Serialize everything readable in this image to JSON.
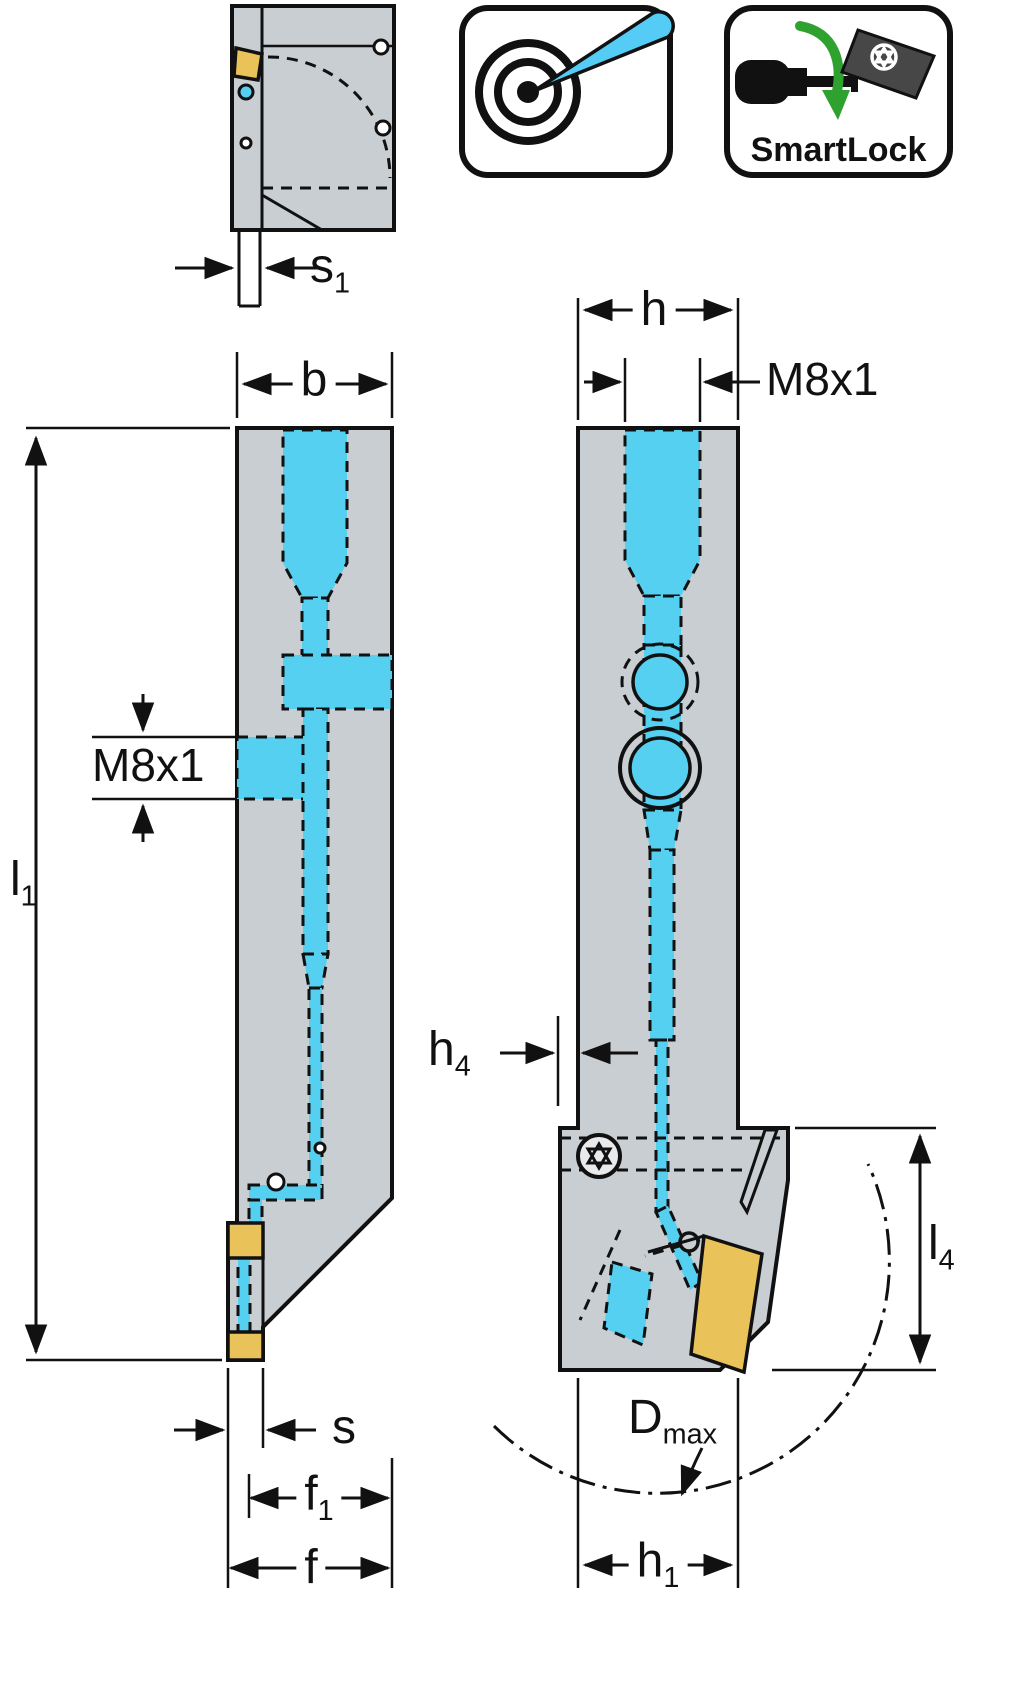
{
  "colors": {
    "body_gray": "#c9ced2",
    "coolant_cyan": "#55d0f0",
    "insert_gold": "#e9c35a",
    "outline_black": "#111111",
    "smartlock_green": "#2fa12f",
    "spray_cyan": "#55ccf5"
  },
  "icons": {
    "precision_coolant": "precision-coolant-spray-icon",
    "smartlock_screw": "smartlock-screwdriver-icon",
    "smartlock_label": "SmartLock"
  },
  "labels": {
    "s1": {
      "base": "s",
      "sub": "1"
    },
    "b": {
      "base": "b",
      "sub": ""
    },
    "l1": {
      "base": "l",
      "sub": "1"
    },
    "m8x1_side": {
      "base": "M8x1",
      "sub": ""
    },
    "s": {
      "base": "s",
      "sub": ""
    },
    "f1": {
      "base": "f",
      "sub": "1"
    },
    "f": {
      "base": "f",
      "sub": ""
    },
    "h": {
      "base": "h",
      "sub": ""
    },
    "m8x1_front": {
      "base": "M8x1",
      "sub": ""
    },
    "h4": {
      "base": "h",
      "sub": "4"
    },
    "l4": {
      "base": "l",
      "sub": "4"
    },
    "dmax": {
      "base": "D",
      "sub": "max"
    },
    "h1": {
      "base": "h",
      "sub": "1"
    }
  }
}
